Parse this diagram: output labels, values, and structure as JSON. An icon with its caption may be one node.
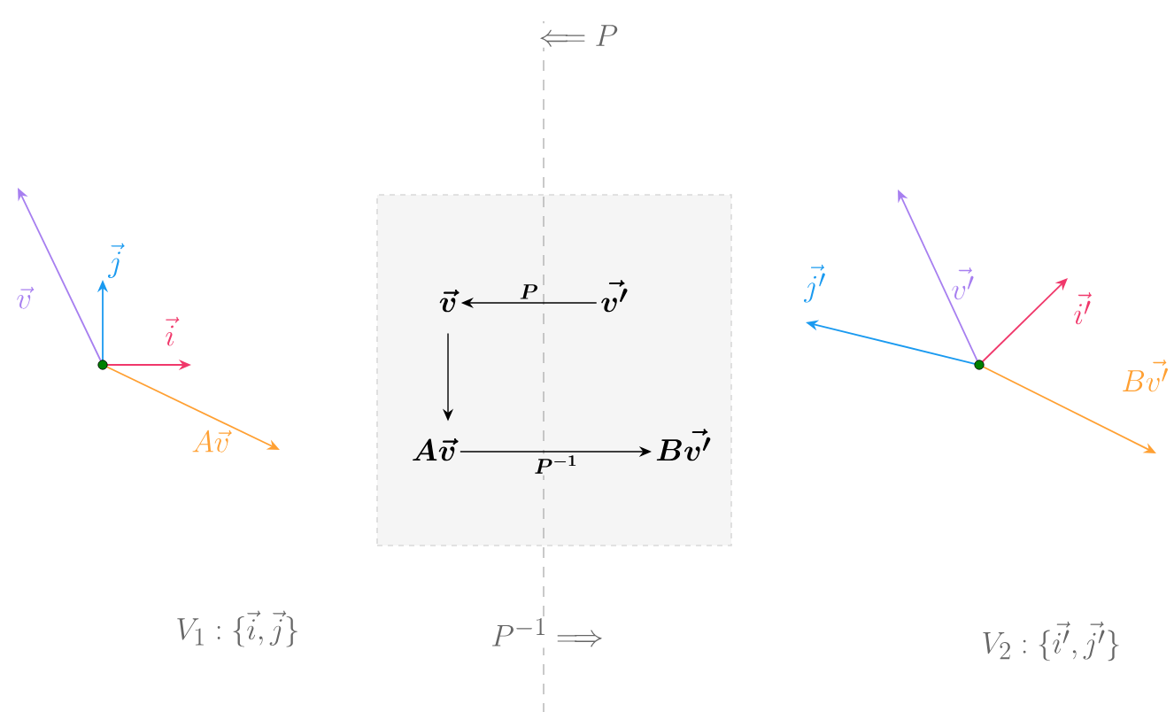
{
  "diagram": {
    "nodes": [
      {
        "text": [],
        "shape": "box"
      },
      {
        "text": [
          "\\vec{v}"
        ],
        "in": 0
      },
      {
        "text": [
          "\\vec{v'}"
        ],
        "in": 0
      },
      {
        "text": [
          "A\\vec{v}"
        ],
        "in": 0
      },
      {
        "text": [
          "B\\vec{v'}"
        ],
        "in": 0
      }
    ],
    "edges": [
      {
        "from": 2,
        "to": 1,
        "arrow": "to",
        "label": "P"
      },
      {
        "from": 1,
        "to": 3,
        "arrow": "to"
      },
      {
        "from": 3,
        "to": 4,
        "arrow": "to",
        "label": "P^{-1}"
      }
    ],
    "labels": [
      "\\Longleftarrow P",
      "\\vec{v}",
      "\\vec{j}",
      "\\vec{i}",
      "A\\vec{v}",
      "\\vec{j'}",
      "\\vec{v'}",
      "\\vec{i'}",
      "B\\vec{v'}",
      "V_1 : \\{\\vec{i},\\vec{j}\\}",
      "P^{-1}\\Longrightarrow",
      "V_2 : \\{\\vec{i'},\\vec{j'}\\}"
    ]
  }
}
